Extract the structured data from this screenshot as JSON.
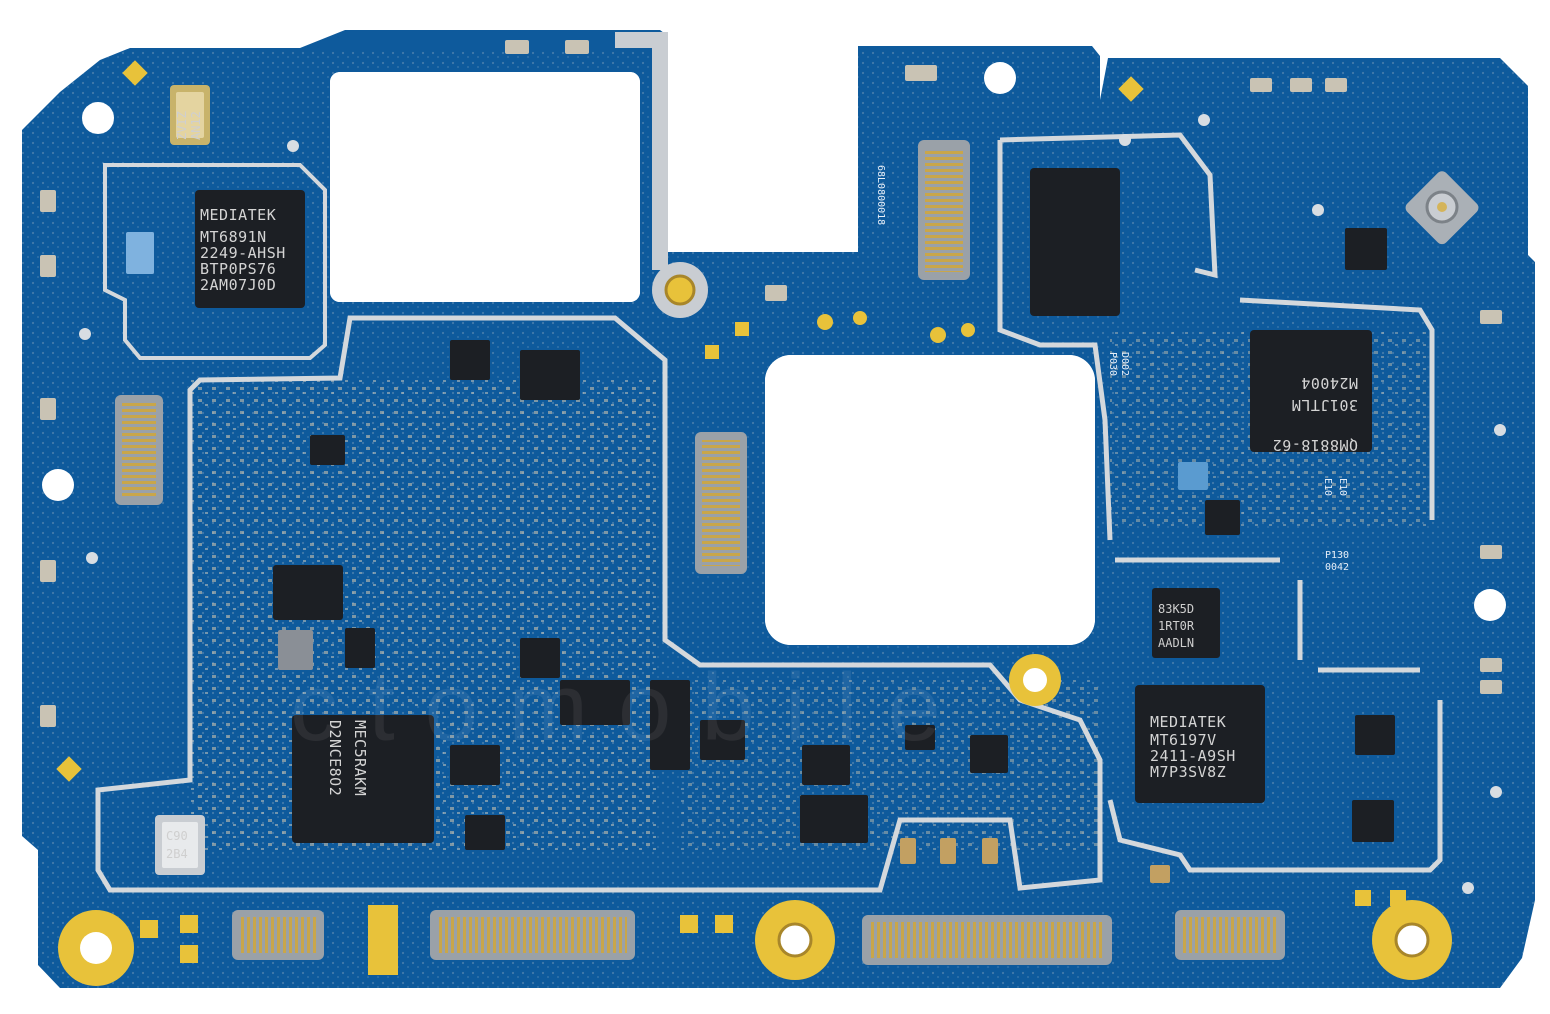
{
  "image": {
    "subject": "smartphone-mainboard",
    "colors": {
      "pcb": "#0e5a9c",
      "pcb_dark": "#0a4a84",
      "shield": "#c9cdd2",
      "chip": "#1c1f24",
      "gold": "#e8c23a",
      "component": "#b8b2a4"
    }
  },
  "chips": {
    "cpu_pmic": {
      "line1": "MEDIATEK",
      "line2": "MT6891N",
      "line3": "2249-AHSH",
      "line4": "BTP0PS76",
      "line5": "2AM07J0D"
    },
    "rf_pmic": {
      "line1": "MEDIATEK",
      "line2": "MT6197V",
      "line3": "2411-A9SH",
      "line4": "M7P3SV8Z"
    },
    "rf_module": {
      "line1": "QM8818-62",
      "line2": "301JTLM",
      "line3": "M24004"
    },
    "small_ic": {
      "line1": "83K5D",
      "line2": "1RT0R",
      "line3": "AADLN"
    },
    "memory": {
      "line1": "MEC5RAKM",
      "line2": "D2NCE8O2"
    },
    "crystal_1": {
      "line1": "ZVIZ",
      "line2": "AN12"
    },
    "crystal_2": {
      "line1": "C90",
      "line2": "2B4"
    }
  },
  "silkscreen": {
    "vertical_code": "68L0800018",
    "p130": "P130",
    "p130_sub": "0042",
    "mid_code": "D002",
    "mid_code2": "P030",
    "mini_chip_1": "E10",
    "mini_chip_2": "E10"
  },
  "watermark": {
    "text": "ctomobile"
  }
}
